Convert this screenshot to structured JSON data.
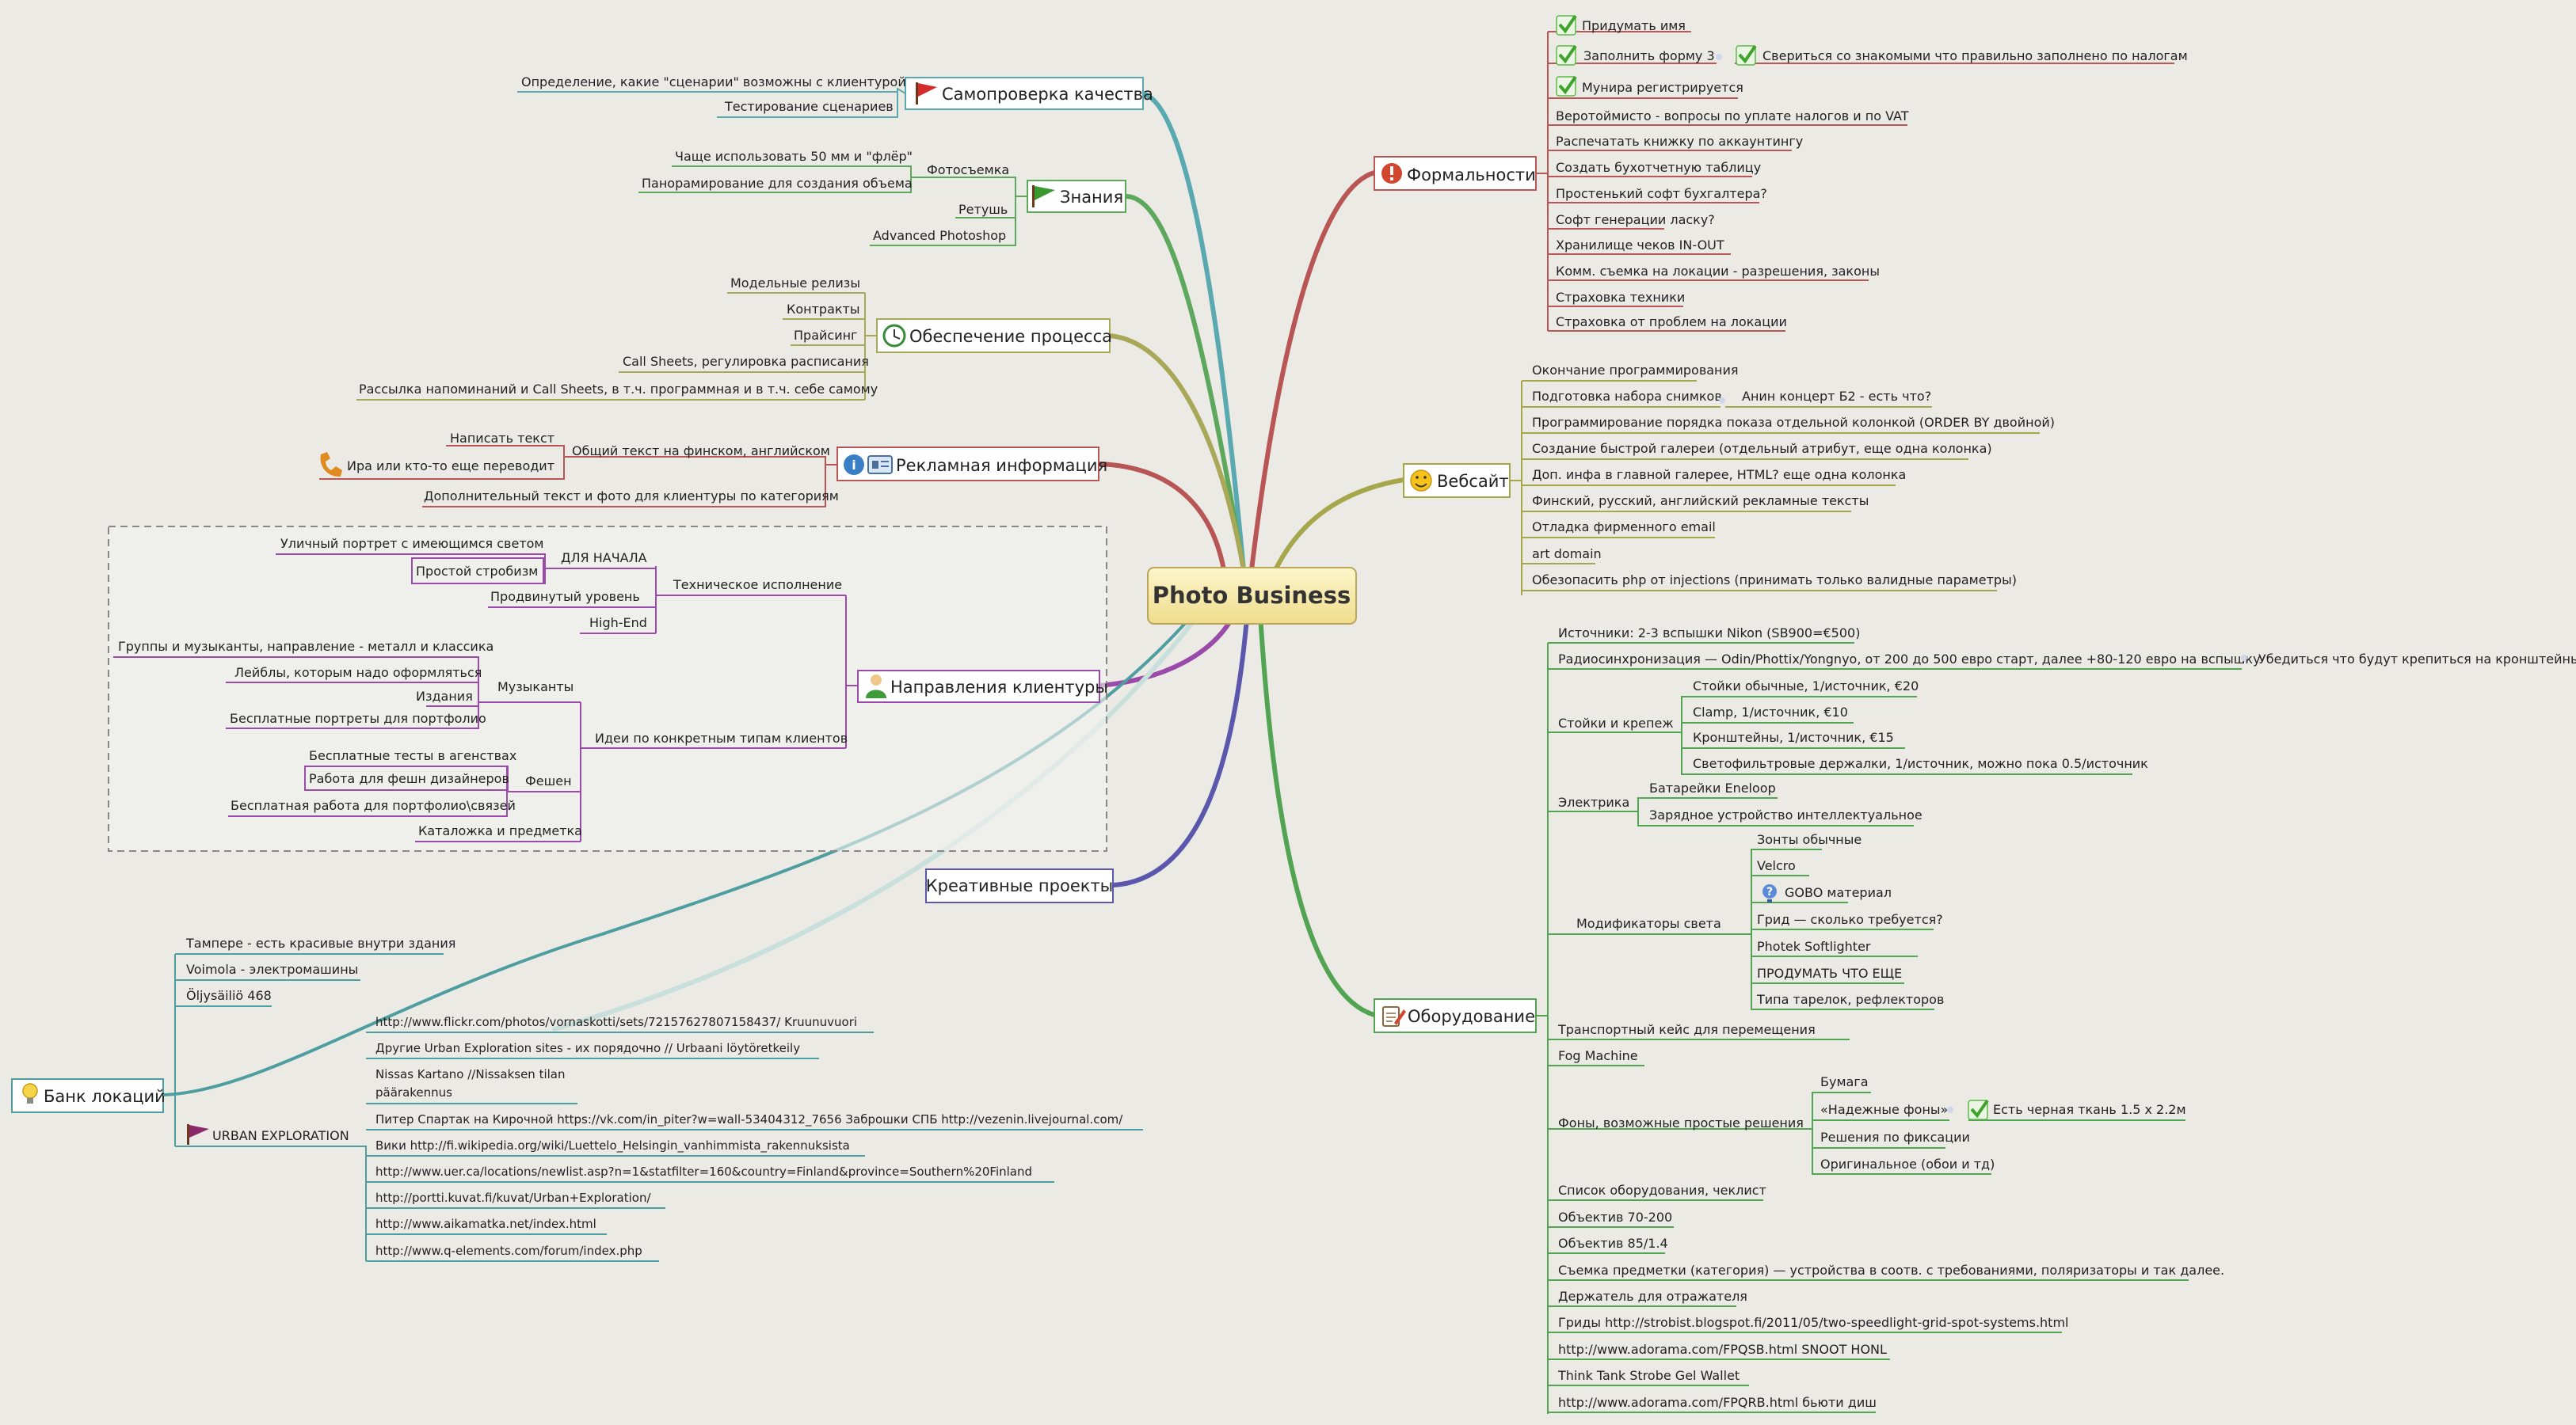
{
  "center": "Photo Business",
  "colors": {
    "samoproverka": "#5aa9b0",
    "znaniya": "#5da85d",
    "obespechenie": "#a8a858",
    "reklama": "#b85555",
    "napravleniya": "#9a4aa8",
    "kreativ": "#5a57ad",
    "bank": "#4e9ea0",
    "formalnosti": "#b85555",
    "vebsait": "#a6a64a",
    "oborudovanie": "#52a452",
    "check": "#5fb84a"
  },
  "icons": {
    "samoproverka": "red-flag-icon",
    "znaniya": "green-flag-icon",
    "obespechenie": "clock-icon",
    "reklama": [
      "info-icon",
      "card-icon"
    ],
    "reklama_phone": "phone-icon",
    "napravleniya": "person-icon",
    "bank": "lightbulb-icon",
    "urban": "purple-flag-icon",
    "formalnosti": "exclamation-icon",
    "vebsait": "smiley-icon",
    "oborudovanie": "notepad-icon",
    "gobo": "question-icon",
    "done": "checkmark-icon"
  },
  "left": {
    "samoproverka": {
      "title": "Самопроверка качества",
      "items": [
        "Определение, какие \"сценарии\" возможны с клиентурой",
        "Тестирование сценариев"
      ]
    },
    "znaniya": {
      "title": "Знания",
      "photo": "Фотосъемка",
      "photo_items": [
        "Чаще использовать 50 мм и \"флёр\"",
        "Панорамирование для создания объема"
      ],
      "retouch": "Ретушь",
      "retouch_items": [
        "Advanced Photoshop"
      ]
    },
    "obespechenie": {
      "title": "Обеспечение процесса",
      "items": [
        "Модельные релизы",
        "Контракты",
        "Прайсинг",
        "Call Sheets, регулировка расписания",
        "Рассылка напоминаний  и Call Sheets, в т.ч. программная и в т.ч. себе самому"
      ]
    },
    "reklama": {
      "title": "Рекламная информация",
      "general": "Общий текст на финском, английском",
      "general_items": [
        "Написать текст",
        "Ира или кто-то еще переводит"
      ],
      "extra": "Дополнительный текст  и фото для клиентуры по категориям"
    },
    "napravleniya": {
      "title": "Направления клиентуры",
      "tech": "Техническое исполнение",
      "start": "ДЛЯ НАЧАЛА",
      "start_items": [
        "Уличный портрет с имеющимся светом",
        "Простой стробизм"
      ],
      "advanced": "Продвинутый уровень",
      "highend": "High-End",
      "ideas": "Идеи по конкретным типам клиентов",
      "music": "Музыканты",
      "music_items": [
        "Группы и музыканты, направление - металл и классика",
        "Лейблы, которым надо оформляться",
        "Издания",
        "Бесплатные портреты для портфолио"
      ],
      "fashion": "Фешен",
      "fashion_items": [
        "Бесплатные тесты в агенствах",
        "Работа для фешн дизайнеров",
        "Бесплатная работа для портфолио\\связей"
      ],
      "catalog": "Каталожка и предметка"
    },
    "kreativ": {
      "title": "Креативные проекты"
    },
    "bank": {
      "title": "Банк локаций",
      "items": [
        "Тампере - есть красивые внутри здания",
        "Voimola - электромашины",
        "Öljysäiliö 468"
      ],
      "urban": "URBAN EXPLORATION",
      "urban_items": [
        "http://www.flickr.com/photos/vornaskotti/sets/72157627807158437/ Kruunuvuori",
        "Другие Urban Exploration sites - их порядочно // Urbaani löytöretkeily",
        "Nissas Kartano //Nissaksen tilan",
        "päärakennus",
        "Питер Спартак на Кирочной https://vk.com/in_piter?w=wall-53404312_7656 Заброшки СПБ http://vezenin.livejournal.com/",
        "Вики http://fi.wikipedia.org/wiki/Luettelo_Helsingin_vanhimmista_rakennuksista",
        "http://www.uer.ca/locations/newlist.asp?n=1&statfilter=160&country=Finland&province=Southern%20Finland",
        "http://portti.kuvat.fi/kuvat/Urban+Exploration/",
        "http://www.aikamatka.net/index.html",
        "http://www.q-elements.com/forum/index.php"
      ]
    }
  },
  "right": {
    "formalnosti": {
      "title": "Формальности",
      "items": [
        "Придумать имя",
        "Заполнить форму 3",
        "Мунира регистрируется",
        "Веротоймисто - вопросы по уплате налогов и по VAT",
        "Распечатать книжку по аккаунтингу",
        "Создать бухотчетную таблицу",
        "Простенький софт бухгалтера?",
        "Софт генерации ласку?",
        "Хранилище чеков IN-OUT",
        "Комм. съемка на локации - разрешения, законы",
        "Страховка техники",
        "Страховка от проблем на локации"
      ],
      "form_sub": "Свериться со знакомыми что правильно заполнено по налогам"
    },
    "vebsait": {
      "title": "Вебсайт",
      "items": [
        "Окончание программирования",
        "Подготовка набора снимков",
        "Программирование порядка показа отдельной колонкой (ORDER BY двойной)",
        "Создание быстрой галереи (отдельный атрибут, еще одна колонка)",
        "Доп. инфа в главной галерее, HTML? еще одна колонка",
        "Финский, русский, английский рекламные тексты",
        "Отладка фирменного email",
        "art domain",
        "Обезопасить php от injections (принимать только валидные параметры)"
      ],
      "concert": "Анин концерт Б2 - есть что?"
    },
    "oborudovanie": {
      "title": "Оборудование",
      "sources": "Источники: 2-3 вспышки Nikon (SB900=€500)",
      "radio": "Радиосинхронизация — Odin/Phottix/Yongnyo, от 200 до 500 евро старт, далее +80-120 евро на вспышку",
      "radio_sub": "Убедиться что будут крепиться на кронштейны",
      "stands": "Стойки и крепеж",
      "stands_items": [
        "Стойки обычные, 1/источник, €20",
        "Clamp, 1/источник, €10",
        "Кронштейны, 1/источник, €15",
        "Светофильтровые держалки, 1/источник, можно пока 0.5/источник"
      ],
      "electric": "Электрика",
      "electric_items": [
        "Батарейки Eneloop",
        "Зарядное устройство интеллектуальное"
      ],
      "modifiers": "Модификаторы света",
      "modifiers_items": [
        "Зонты обычные",
        "Velcro",
        "GOBO материал",
        "Грид — сколько требуется?",
        "Photek Softlighter",
        "ПРОДУМАТЬ ЧТО ЕЩЕ",
        "Типа тарелок, рефлекторов"
      ],
      "case": "Транспортный кейс для перемещения",
      "fog": "Fog Machine",
      "backgrounds": "Фоны, возможные простые решения",
      "backgrounds_items": [
        "Бумага",
        "«Надежные фоны»",
        "Решения по фиксации",
        "Оригинальное (обои и тд)"
      ],
      "reliable_sub": "Есть черная ткань 1.5 х 2.2м",
      "rest": [
        "Список оборудования, чеклист",
        "Объектив 70-200",
        "Объектив 85/1.4",
        "Съемка предметки (категория) — устройства в соотв. с требованиями, поляризаторы и так далее.",
        "Держатель для отражателя",
        "Гриды http://strobist.blogspot.fi/2011/05/two-speedlight-grid-spot-systems.html",
        "http://www.adorama.com/FPQSB.html SNOOT HONL",
        "Think Tank Strobe Gel Wallet",
        "http://www.adorama.com/FPQRB.html бьюти диш"
      ]
    }
  }
}
